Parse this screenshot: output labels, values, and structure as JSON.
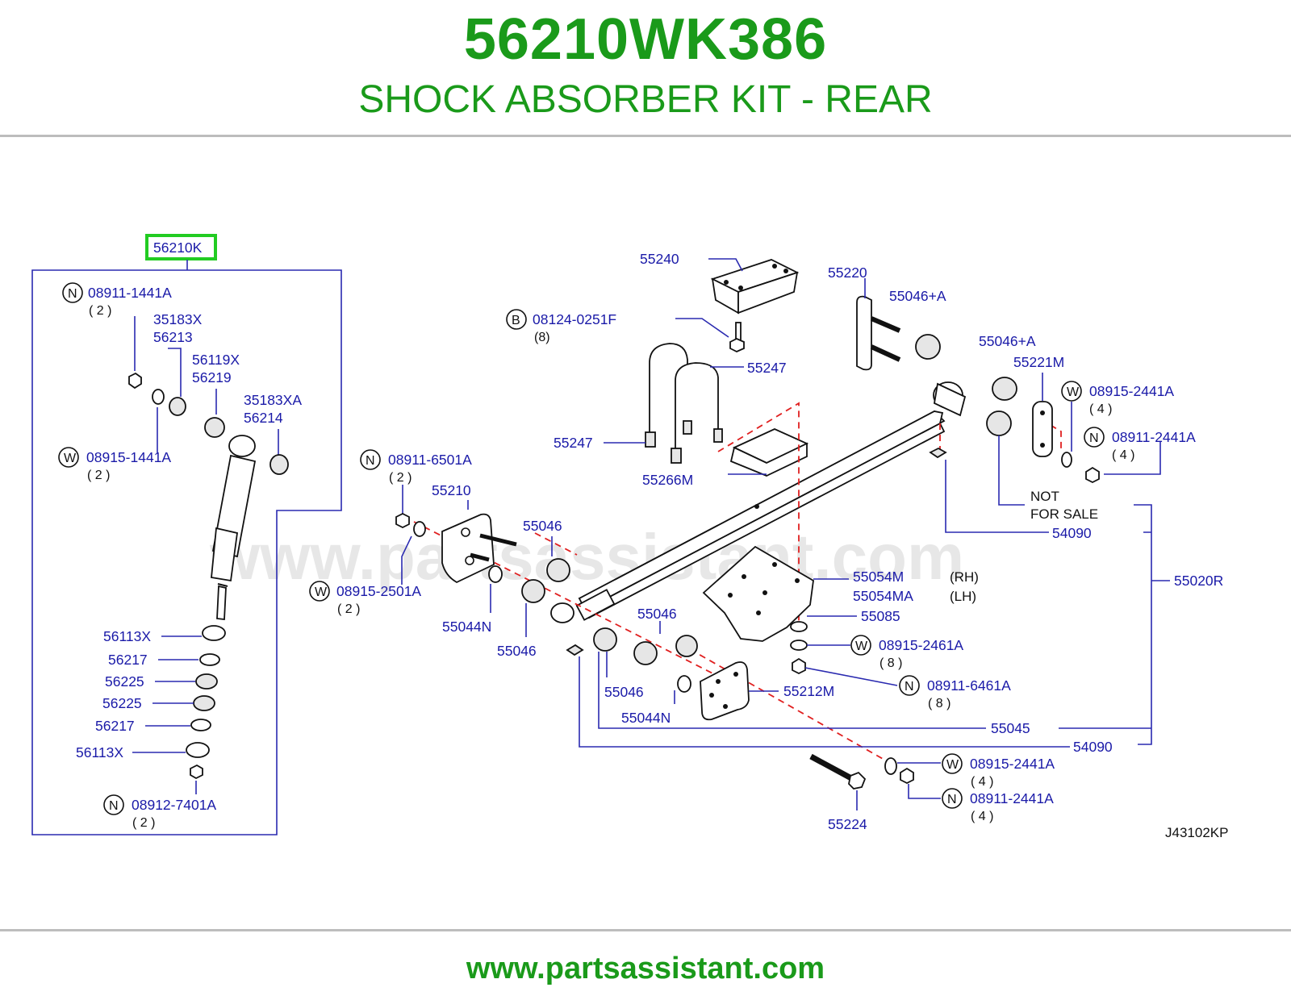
{
  "header": {
    "part_number": "56210WK386",
    "title": "SHOCK ABSORBER KIT - REAR"
  },
  "footer": {
    "url": "www.partsassistant.com"
  },
  "watermark": "www.partsassistant.com",
  "diagram_code": "J43102KP",
  "highlight": {
    "label": "56210K",
    "color": "#22cc22"
  },
  "labels": {
    "l55240": "55240",
    "l55220": "55220",
    "l55046pa1": "55046+A",
    "l55046pa2": "55046+A",
    "l55221m": "55221M",
    "l08124": "08124-0251F",
    "q08124": "(8)",
    "l55247a": "55247",
    "l55247b": "55247",
    "l55266m": "55266M",
    "l08915_2441a_top": "08915-2441A",
    "q08915_2441a_top": "( 4 )",
    "l08911_2441a_top": "08911-2441A",
    "q08911_2441a_top": "( 4 )",
    "not_for": "NOT",
    "for_sale": "FOR  SALE",
    "l54090a": "54090",
    "l55020r": "55020R",
    "l08911_6501a": "08911-6501A",
    "q08911_6501a": "( 2 )",
    "l55210": "55210",
    "l55046a": "55046",
    "l55046b": "55046",
    "l55046c": "55046",
    "l55046d": "55046",
    "l08915_2501a": "08915-2501A",
    "q08915_2501a": "( 2 )",
    "l55044n_a": "55044N",
    "l55044n_b": "55044N",
    "l55054m": "55054M",
    "rh": "(RH)",
    "l55054ma": "55054MA",
    "lh": "(LH)",
    "l55085": "55085",
    "l08915_2461a": "08915-2461A",
    "q08915_2461a": "( 8 )",
    "l08911_6461a": "08911-6461A",
    "q08911_6461a": "( 8 )",
    "l55212m": "55212M",
    "l55045": "55045",
    "l54090b": "54090",
    "l08915_2441a_bot": "08915-2441A",
    "q08915_2441a_bot": "( 4 )",
    "l08911_2441a_bot": "08911-2441A",
    "q08911_2441a_bot": "( 4 )",
    "l55224": "55224",
    "l08911_1441a": "08911-1441A",
    "q08911_1441a": "( 2 )",
    "l35183x": "35183X",
    "l56213": "56213",
    "l56119x": "56119X",
    "l56219": "56219",
    "l35183xa": "35183XA",
    "l56214": "56214",
    "l08915_1441a": "08915-1441A",
    "q08915_1441a": "( 2 )",
    "l56113x_a": "56113X",
    "l56217_a": "56217",
    "l56225_a": "56225",
    "l56225_b": "56225",
    "l56217_b": "56217",
    "l56113x_b": "56113X",
    "l08912_7401a": "08912-7401A",
    "q08912_7401a": "( 2 )"
  },
  "callout_letters": {
    "n": "N",
    "w": "W",
    "b": "B"
  }
}
